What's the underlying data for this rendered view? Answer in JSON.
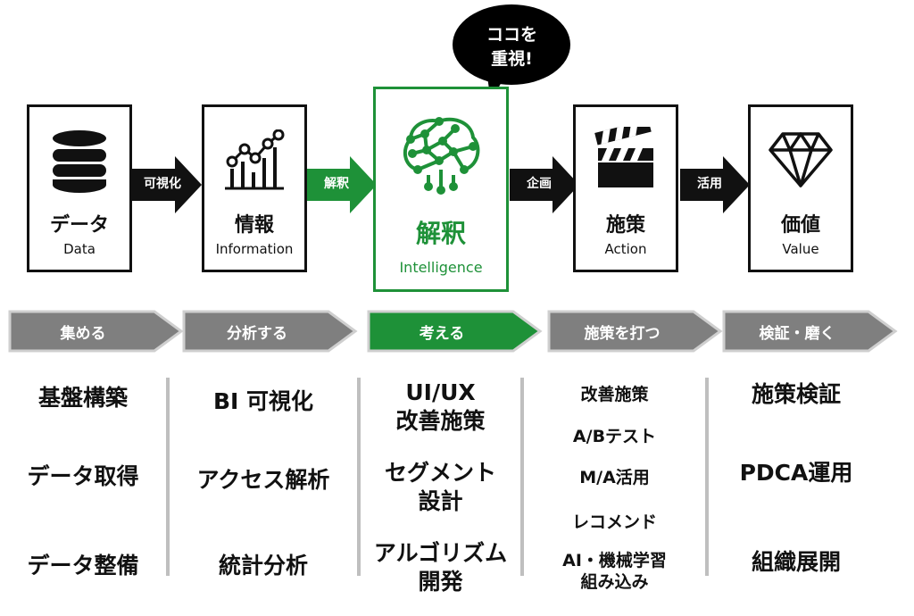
{
  "bubble": {
    "line1": "ココを",
    "line2": "重視!"
  },
  "stages": [
    {
      "title": "データ",
      "subtitle": "Data",
      "icon": "database-icon"
    },
    {
      "title": "情報",
      "subtitle": "Information",
      "icon": "line-chart-icon"
    },
    {
      "title": "解釈",
      "subtitle": "Intelligence",
      "icon": "brain-network-icon",
      "highlight": true
    },
    {
      "title": "施策",
      "subtitle": "Action",
      "icon": "clapperboard-icon"
    },
    {
      "title": "価値",
      "subtitle": "Value",
      "icon": "diamond-icon"
    }
  ],
  "connectors": [
    "可視化",
    "解釈",
    "企画",
    "活用"
  ],
  "phases": [
    "集める",
    "分析する",
    "考える",
    "施策を打つ",
    "検証・磨く"
  ],
  "columns": [
    {
      "items": [
        [
          "基盤構築"
        ],
        [
          "データ取得"
        ],
        [
          "データ整備"
        ]
      ]
    },
    {
      "items": [
        [
          "BI 可視化"
        ],
        [
          "アクセス解析"
        ],
        [
          "統計分析"
        ]
      ]
    },
    {
      "items": [
        [
          "UI/UX",
          "改善施策"
        ],
        [
          "セグメント",
          "設計"
        ],
        [
          "アルゴリズム",
          "開発"
        ]
      ]
    },
    {
      "items": [
        [
          "改善施策"
        ],
        [
          "A/Bテスト"
        ],
        [
          "M/A活用"
        ],
        [
          "レコメンド"
        ],
        [
          "AI・機械学習",
          "組み込み"
        ]
      ]
    },
    {
      "items": [
        [
          "施策検証"
        ],
        [
          "PDCA運用"
        ],
        [
          "組織展開"
        ]
      ]
    }
  ],
  "colors": {
    "accent_green": "#1e9138",
    "dark": "#111111",
    "gray_phase": "#7f7f7f",
    "divider": "#bfbfbf"
  }
}
